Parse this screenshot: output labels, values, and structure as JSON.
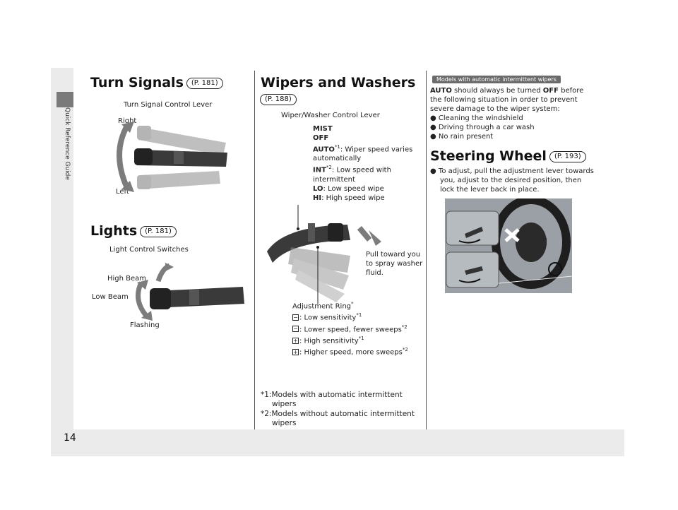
{
  "sidebar": {
    "label": "Quick Reference Guide"
  },
  "page_number": "14",
  "turn_signals": {
    "title": "Turn Signals",
    "ref": "P. 181",
    "control_label": "Turn Signal Control Lever",
    "right_label": "Right",
    "left_label": "Left"
  },
  "lights": {
    "title": "Lights",
    "ref": "P. 181",
    "control_label": "Light Control Switches",
    "high_beam": "High Beam",
    "low_beam": "Low Beam",
    "flashing": "Flashing"
  },
  "wipers": {
    "title": "Wipers and Washers",
    "ref": "P. 188",
    "control_label": "Wiper/Washer Control Lever",
    "mist": "MIST",
    "off": "OFF",
    "auto_term": "AUTO",
    "auto_sup": "*1",
    "auto_desc": ": Wiper speed varies automatically",
    "int_term": "INT",
    "int_sup": "*2",
    "int_desc": ": Low speed with intermittent",
    "lo_term": "LO",
    "lo_desc": ": Low speed wipe",
    "hi_term": "HI",
    "hi_desc": ": High speed wipe",
    "pull_text": "Pull toward you to spray washer fluid.",
    "ring_label": "Adjustment Ring",
    "ring_sup": "*",
    "ring_items": [
      {
        "sym": "−",
        "text": ": Low sensitivity",
        "sup": "*1"
      },
      {
        "sym": "−",
        "text": ": Lower speed, fewer sweeps",
        "sup": "*2"
      },
      {
        "sym": "+",
        "text": ": High sensitivity",
        "sup": "*1"
      },
      {
        "sym": "+",
        "text": ": Higher speed, more sweeps",
        "sup": "*2"
      }
    ],
    "footnote1": "*1:Models with automatic intermittent wipers",
    "footnote2": "*2:Models without automatic intermittent wipers"
  },
  "auto_note": {
    "badge": "Models with automatic intermittent wipers",
    "auto_word": "AUTO",
    "mid": " should always be turned ",
    "off_word": "OFF",
    "rest": " before the following situation in order to prevent severe damage to the wiper system:",
    "bullets": [
      "Cleaning the windshield",
      "Driving through a car wash",
      "No rain present"
    ]
  },
  "steering": {
    "title": "Steering Wheel",
    "ref": "P. 193",
    "bullet": "To adjust, pull the adjustment lever towards you, adjust to the desired position, then lock the lever back in place."
  }
}
